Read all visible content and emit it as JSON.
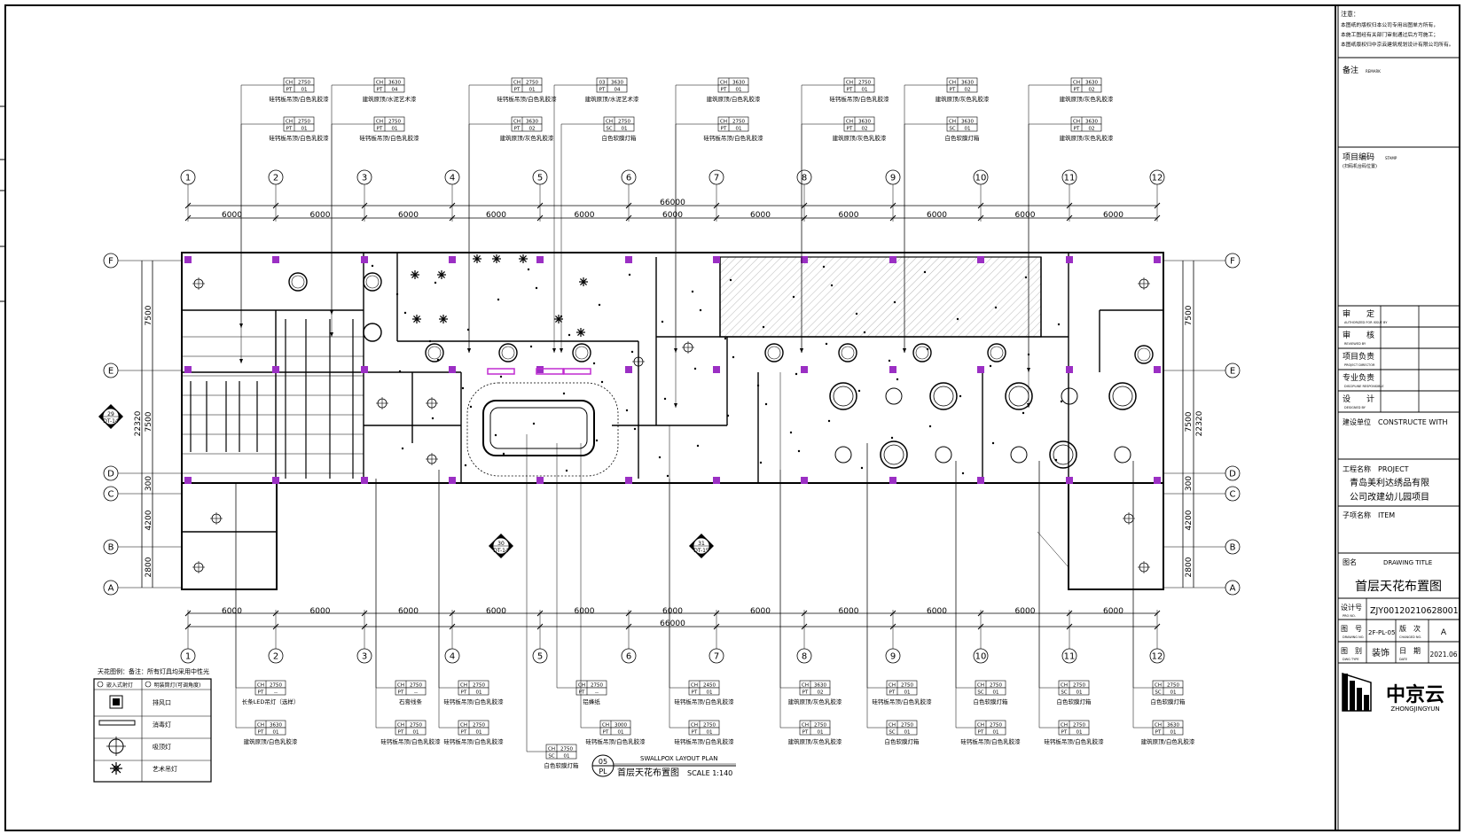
{
  "grid": {
    "columns_top": [
      "1",
      "2",
      "3",
      "4",
      "5",
      "6",
      "7",
      "8",
      "9",
      "10",
      "11",
      "12"
    ],
    "rows_left": [
      "F",
      "E",
      "D",
      "C",
      "B",
      "A"
    ],
    "total_dim": "66000",
    "bay_dims": [
      "6000",
      "6000",
      "6000",
      "6000",
      "6000",
      "6000",
      "6000",
      "6000",
      "6000",
      "6000",
      "6000"
    ],
    "row_dims_left": [
      "7500",
      "7500",
      "300",
      "4200",
      "2800"
    ],
    "overall_left": "22320",
    "overall_right": "22320"
  },
  "section_marks": [
    {
      "num": "29",
      "ref": "DT-14"
    },
    {
      "num": "30",
      "ref": "DT-14"
    },
    {
      "num": "31",
      "ref": "DT-15"
    }
  ],
  "tags_top_row1": [
    {
      "ch": "2750",
      "pt": "01",
      "note": "硅钙板吊顶/白色乳胶漆"
    },
    {
      "ch": "3630",
      "pt": "04",
      "note": "建筑原顶/水泥艺术漆"
    },
    {
      "ch": "2750",
      "pt": "01",
      "note": "硅钙板吊顶/白色乳胶漆"
    },
    {
      "ch": "3630",
      "pt": "04",
      "note": "建筑原顶/水泥艺术漆",
      "head": "03"
    },
    {
      "ch": "3630",
      "pt": "01",
      "note": "建筑原顶/白色乳胶漆"
    },
    {
      "ch": "2750",
      "pt": "01",
      "note": "硅钙板吊顶/白色乳胶漆"
    },
    {
      "ch": "3630",
      "pt": "02",
      "note": "建筑原顶/灰色乳胶漆"
    },
    {
      "ch": "3630",
      "pt": "02",
      "note": "建筑原顶/灰色乳胶漆"
    }
  ],
  "tags_top_row2": [
    {
      "ch": "2750",
      "pt": "01",
      "note": "硅钙板吊顶/白色乳胶漆"
    },
    {
      "ch": "2750",
      "pt": "01",
      "note": "硅钙板吊顶/白色乳胶漆"
    },
    {
      "ch": "3630",
      "pt": "02",
      "note": "建筑原顶/灰色乳胶漆"
    },
    {
      "ch": "2750",
      "pt": "SC 01",
      "note": "白色软膜灯箱"
    },
    {
      "ch": "2750",
      "pt": "01",
      "note": "硅钙板吊顶/白色乳胶漆"
    },
    {
      "ch": "3630",
      "pt": "02",
      "note": "建筑原顶/灰色乳胶漆"
    },
    {
      "ch": "3630",
      "pt": "SC 01",
      "note": "白色软膜灯箱"
    },
    {
      "ch": "3630",
      "pt": "02",
      "note": "建筑原顶/灰色乳胶漆"
    }
  ],
  "tags_bottom_row1": [
    {
      "ch": "2750",
      "pt": "--",
      "note": "长条LED吊灯（选样）"
    },
    {
      "ch": "2750",
      "pt": "--",
      "note": "石膏线条"
    },
    {
      "ch": "2750",
      "pt": "01",
      "note": "硅钙板吊顶/白色乳胶漆"
    },
    {
      "ch": "2750",
      "pt": "--",
      "note": "铝蜂纸"
    },
    {
      "ch": "2450",
      "pt": "01",
      "note": "硅钙板吊顶/白色乳胶漆"
    },
    {
      "ch": "3630",
      "pt": "02",
      "note": "建筑原顶/灰色乳胶漆"
    },
    {
      "ch": "2750",
      "pt": "01",
      "note": "硅钙板吊顶/白色乳胶漆"
    },
    {
      "ch": "2750",
      "pt": "SC 01",
      "note": "白色软膜灯箱"
    },
    {
      "ch": "2750",
      "pt": "SC 01",
      "note": "白色软膜灯箱"
    },
    {
      "ch": "2750",
      "pt": "SC 01",
      "note": "白色软膜灯箱"
    }
  ],
  "tags_bottom_row2": [
    {
      "ch": "3630",
      "pt": "01",
      "note": "建筑原顶/白色乳胶漆"
    },
    {
      "ch": "2750",
      "pt": "01",
      "note": "硅钙板吊顶/白色乳胶漆"
    },
    {
      "ch": "2750",
      "pt": "01",
      "note": "硅钙板吊顶/白色乳胶漆"
    },
    {
      "ch": "3000",
      "pt": "01",
      "note": "硅钙板吊顶/白色乳胶漆"
    },
    {
      "ch": "2750",
      "pt": "01",
      "note": "硅钙板吊顶/白色乳胶漆"
    },
    {
      "ch": "2750",
      "pt": "01",
      "note": "建筑原顶/灰色乳胶漆"
    },
    {
      "ch": "2750",
      "pt": "SC 01",
      "note": "白色软膜灯箱"
    },
    {
      "ch": "2750",
      "pt": "01",
      "note": "硅钙板吊顶/白色乳胶漆"
    },
    {
      "ch": "2750",
      "pt": "01",
      "note": "硅钙板吊顶/白色乳胶漆"
    },
    {
      "ch": "3630",
      "pt": "01",
      "note": "建筑原顶/白色乳胶漆"
    }
  ],
  "tag_extra": {
    "ch": "2750",
    "pt": "SC 01",
    "note": "白色软膜灯箱"
  },
  "legend": {
    "note": "天花图例：备注：所有灯具均采用中性光",
    "header_a": "嵌入式射灯",
    "header_b": "明装筒灯(可调角度)",
    "items": [
      "排风口",
      "消毒灯",
      "吸顶灯",
      "艺术吊灯"
    ]
  },
  "drawing_title": {
    "num": "05",
    "sub": "PL",
    "en": "SWALLPOX LAYOUT PLAN",
    "cn": "首层天花布置图",
    "scale": "SCALE 1:140"
  },
  "title_block": {
    "notes_label": "注意：",
    "notes": [
      "本图纸的版权归本公司专用出图单方所有，",
      "本施工图经有关部门审批通过后方可施工；",
      "本图纸版权归中京云建筑规划设计有限公司所有。"
    ],
    "remark": "备注",
    "remark_en": "REMARK",
    "project_code": "项目编码",
    "project_code_en": "STAMP",
    "project_code_sub": "(扫码机台码位置)",
    "rows": [
      {
        "cn": "审　　定",
        "en": "AUTHORIZED FOR ISSUE BY"
      },
      {
        "cn": "审　　核",
        "en": "REVIEWED BY"
      },
      {
        "cn": "项目负责",
        "en": "PROJECT DIRECTOR"
      },
      {
        "cn": "专业负责",
        "en": "DISCIPLINE RESPONSIBLE"
      },
      {
        "cn": "设　　计",
        "en": "DESIGNED BY"
      }
    ],
    "construct": "建设单位　CONSTRUCTE WITH",
    "project_label": "工程名称　PROJECT",
    "project_name_1": "青岛美利达绣品有限",
    "project_name_2": "公司改建幼儿园项目",
    "item_label": "子项名称　ITEM",
    "drawing_label": "图名",
    "drawing_label_en": "DRAWING TITLE",
    "drawing_name": "首层天花布置图",
    "design_no_label": "设计号",
    "design_no_en": "PRO NO.",
    "design_no": "ZJY00120210628001",
    "drawing_no_label": "图　号",
    "drawing_no_en": "DRAWING NO.",
    "drawing_no": "2F-PL-05",
    "rev_label": "版　次",
    "rev_en": "CHANGED NO.",
    "rev": "A",
    "type_label": "图　别",
    "type_en": "DWG TYPE",
    "type": "装饰",
    "date_label": "日　期",
    "date_en": "DATE",
    "date": "2021.06",
    "company_cn": "中京云",
    "company_en": "ZHONGJINGYUN"
  }
}
